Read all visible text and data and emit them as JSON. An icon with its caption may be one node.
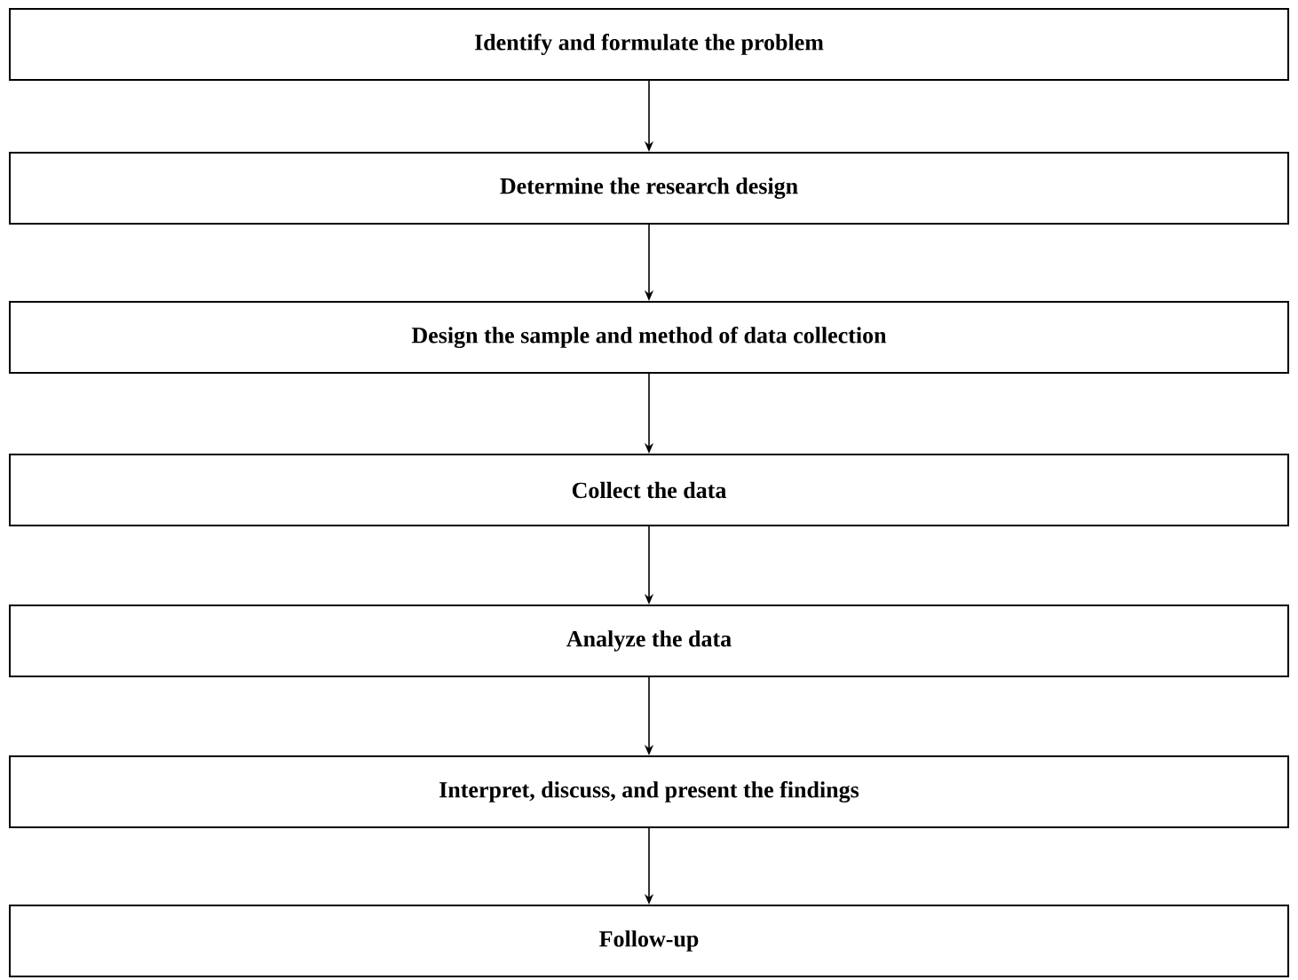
{
  "diagram": {
    "nodes": [
      {
        "text": [
          "Identify and formulate the problem"
        ]
      },
      {
        "text": [
          "Determine the research design"
        ]
      },
      {
        "text": [
          "Design the sample and method of data collection"
        ]
      },
      {
        "text": [
          "Collect the data"
        ]
      },
      {
        "text": [
          "Analyze the data"
        ]
      },
      {
        "text": [
          "Interpret, discuss, and present the findings"
        ]
      },
      {
        "text": [
          "Follow-up"
        ]
      }
    ],
    "edges": [
      {
        "from": 0,
        "to": 1,
        "arrow": "to"
      },
      {
        "from": 1,
        "to": 2,
        "arrow": "to"
      },
      {
        "from": 2,
        "to": 3,
        "arrow": "to"
      },
      {
        "from": 3,
        "to": 4,
        "arrow": "to"
      },
      {
        "from": 4,
        "to": 5,
        "arrow": "to"
      },
      {
        "from": 5,
        "to": 6,
        "arrow": "to"
      }
    ]
  }
}
